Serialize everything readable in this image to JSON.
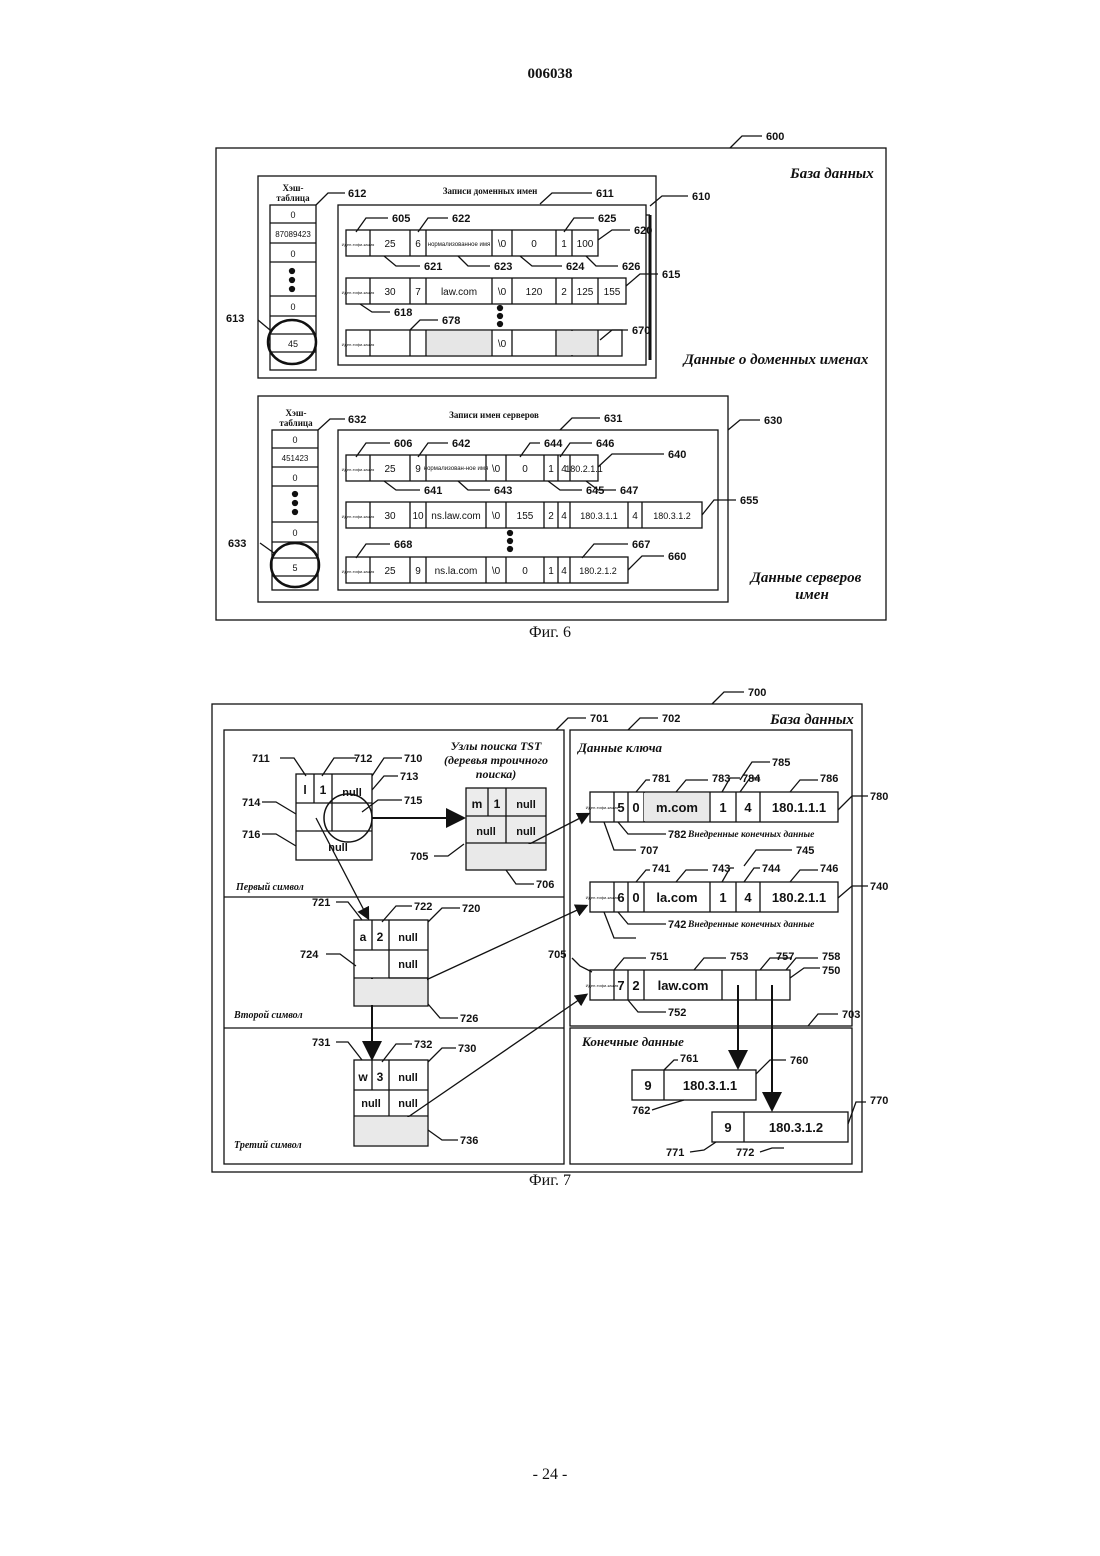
{
  "page": {
    "doc_number": "006038",
    "footer": "- 24 -"
  },
  "fig6": {
    "caption": "Фиг. 6",
    "db_title": "База данных",
    "domain_section_title": "Данные о доменных именах",
    "server_section_title_1": "Данные серверов",
    "server_section_title_2": "имен",
    "hash_title_1": "Хэш-",
    "hash_title_2": "таблица",
    "domain_records_title": "Записи доменных имен",
    "server_records_title": "Записи имен серверов",
    "hash1": [
      "0",
      "87089423",
      "0",
      "0",
      "45"
    ],
    "hash2": [
      "0",
      "451423",
      "0",
      "0",
      "5"
    ],
    "id_label": "Иден-тифи-кация",
    "domain_rows": [
      [
        "25",
        "6",
        "нормализованное имя",
        "\\0",
        "0",
        "1",
        "100"
      ],
      [
        "30",
        "7",
        "law.com",
        "\\0",
        "120",
        "2",
        "125",
        "155"
      ],
      [
        "\\0"
      ]
    ],
    "server_rows": [
      [
        "25",
        "9",
        "нормализован-ное имя",
        "\\0",
        "0",
        "1",
        "4",
        "180.2.1.1"
      ],
      [
        "30",
        "10",
        "ns.law.com",
        "\\0",
        "155",
        "2",
        "4",
        "180.3.1.1",
        "4",
        "180.3.1.2"
      ],
      [
        "25",
        "9",
        "ns.la.com",
        "\\0",
        "0",
        "1",
        "4",
        "180.2.1.2"
      ]
    ],
    "refs": [
      "600",
      "610",
      "611",
      "612",
      "613",
      "605",
      "622",
      "625",
      "620",
      "621",
      "623",
      "624",
      "626",
      "615",
      "618",
      "678",
      "670",
      "630",
      "631",
      "632",
      "633",
      "606",
      "642",
      "644",
      "646",
      "640",
      "641",
      "643",
      "645",
      "647",
      "655",
      "668",
      "667",
      "660"
    ]
  },
  "fig7": {
    "caption": "Фиг. 7",
    "db_title": "База данных",
    "tst_title_1": "Узлы поиска TST",
    "tst_title_2": "(деревья троичного",
    "tst_title_3": "поиска)",
    "key_data_title": "Данные ключа",
    "end_data_title": "Конечные данные",
    "first_symbol": "Первый символ",
    "second_symbol": "Второй символ",
    "third_symbol": "Третий символ",
    "embedded_end_data": "Внедренные конечных данные",
    "null": "null",
    "node1": [
      "l",
      "1"
    ],
    "node_m": [
      "m",
      "1"
    ],
    "node2": [
      "a",
      "2"
    ],
    "node3": [
      "w",
      "3"
    ],
    "key_rows": [
      [
        "5",
        "0",
        "m.com",
        "1",
        "4",
        "180.1.1.1"
      ],
      [
        "6",
        "0",
        "la.com",
        "1",
        "4",
        "180.2.1.1"
      ],
      [
        "7",
        "2",
        "law.com"
      ]
    ],
    "end_rows": [
      [
        "9",
        "180.3.1.1"
      ],
      [
        "9",
        "180.3.1.2"
      ]
    ],
    "refs": [
      "700",
      "701",
      "702",
      "703",
      "711",
      "712",
      "710",
      "713",
      "714",
      "715",
      "716",
      "705",
      "706",
      "721",
      "722",
      "720",
      "724",
      "726",
      "731",
      "732",
      "730",
      "736",
      "781",
      "783",
      "784",
      "785",
      "786",
      "780",
      "782",
      "707",
      "741",
      "743",
      "744",
      "745",
      "746",
      "740",
      "742",
      "751",
      "753",
      "757",
      "758",
      "750",
      "752",
      "761",
      "760",
      "762",
      "770",
      "771",
      "772"
    ]
  }
}
